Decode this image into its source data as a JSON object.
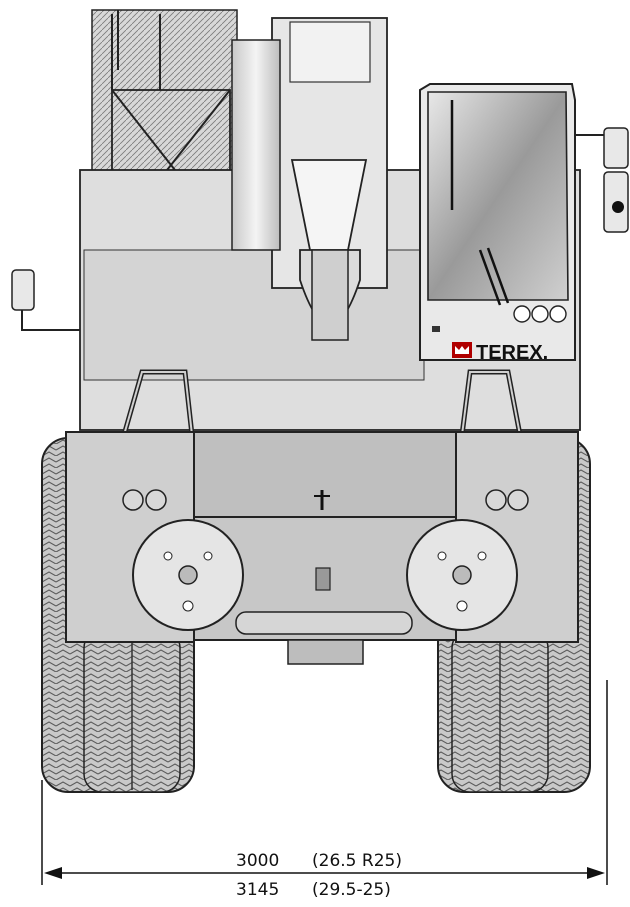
{
  "figure": {
    "brand_logo_text": "TEREX.",
    "dimensions": [
      {
        "value": "3000",
        "tire": "(26.5 R25)"
      },
      {
        "value": "3145",
        "tire": "(29.5-25)"
      }
    ]
  }
}
